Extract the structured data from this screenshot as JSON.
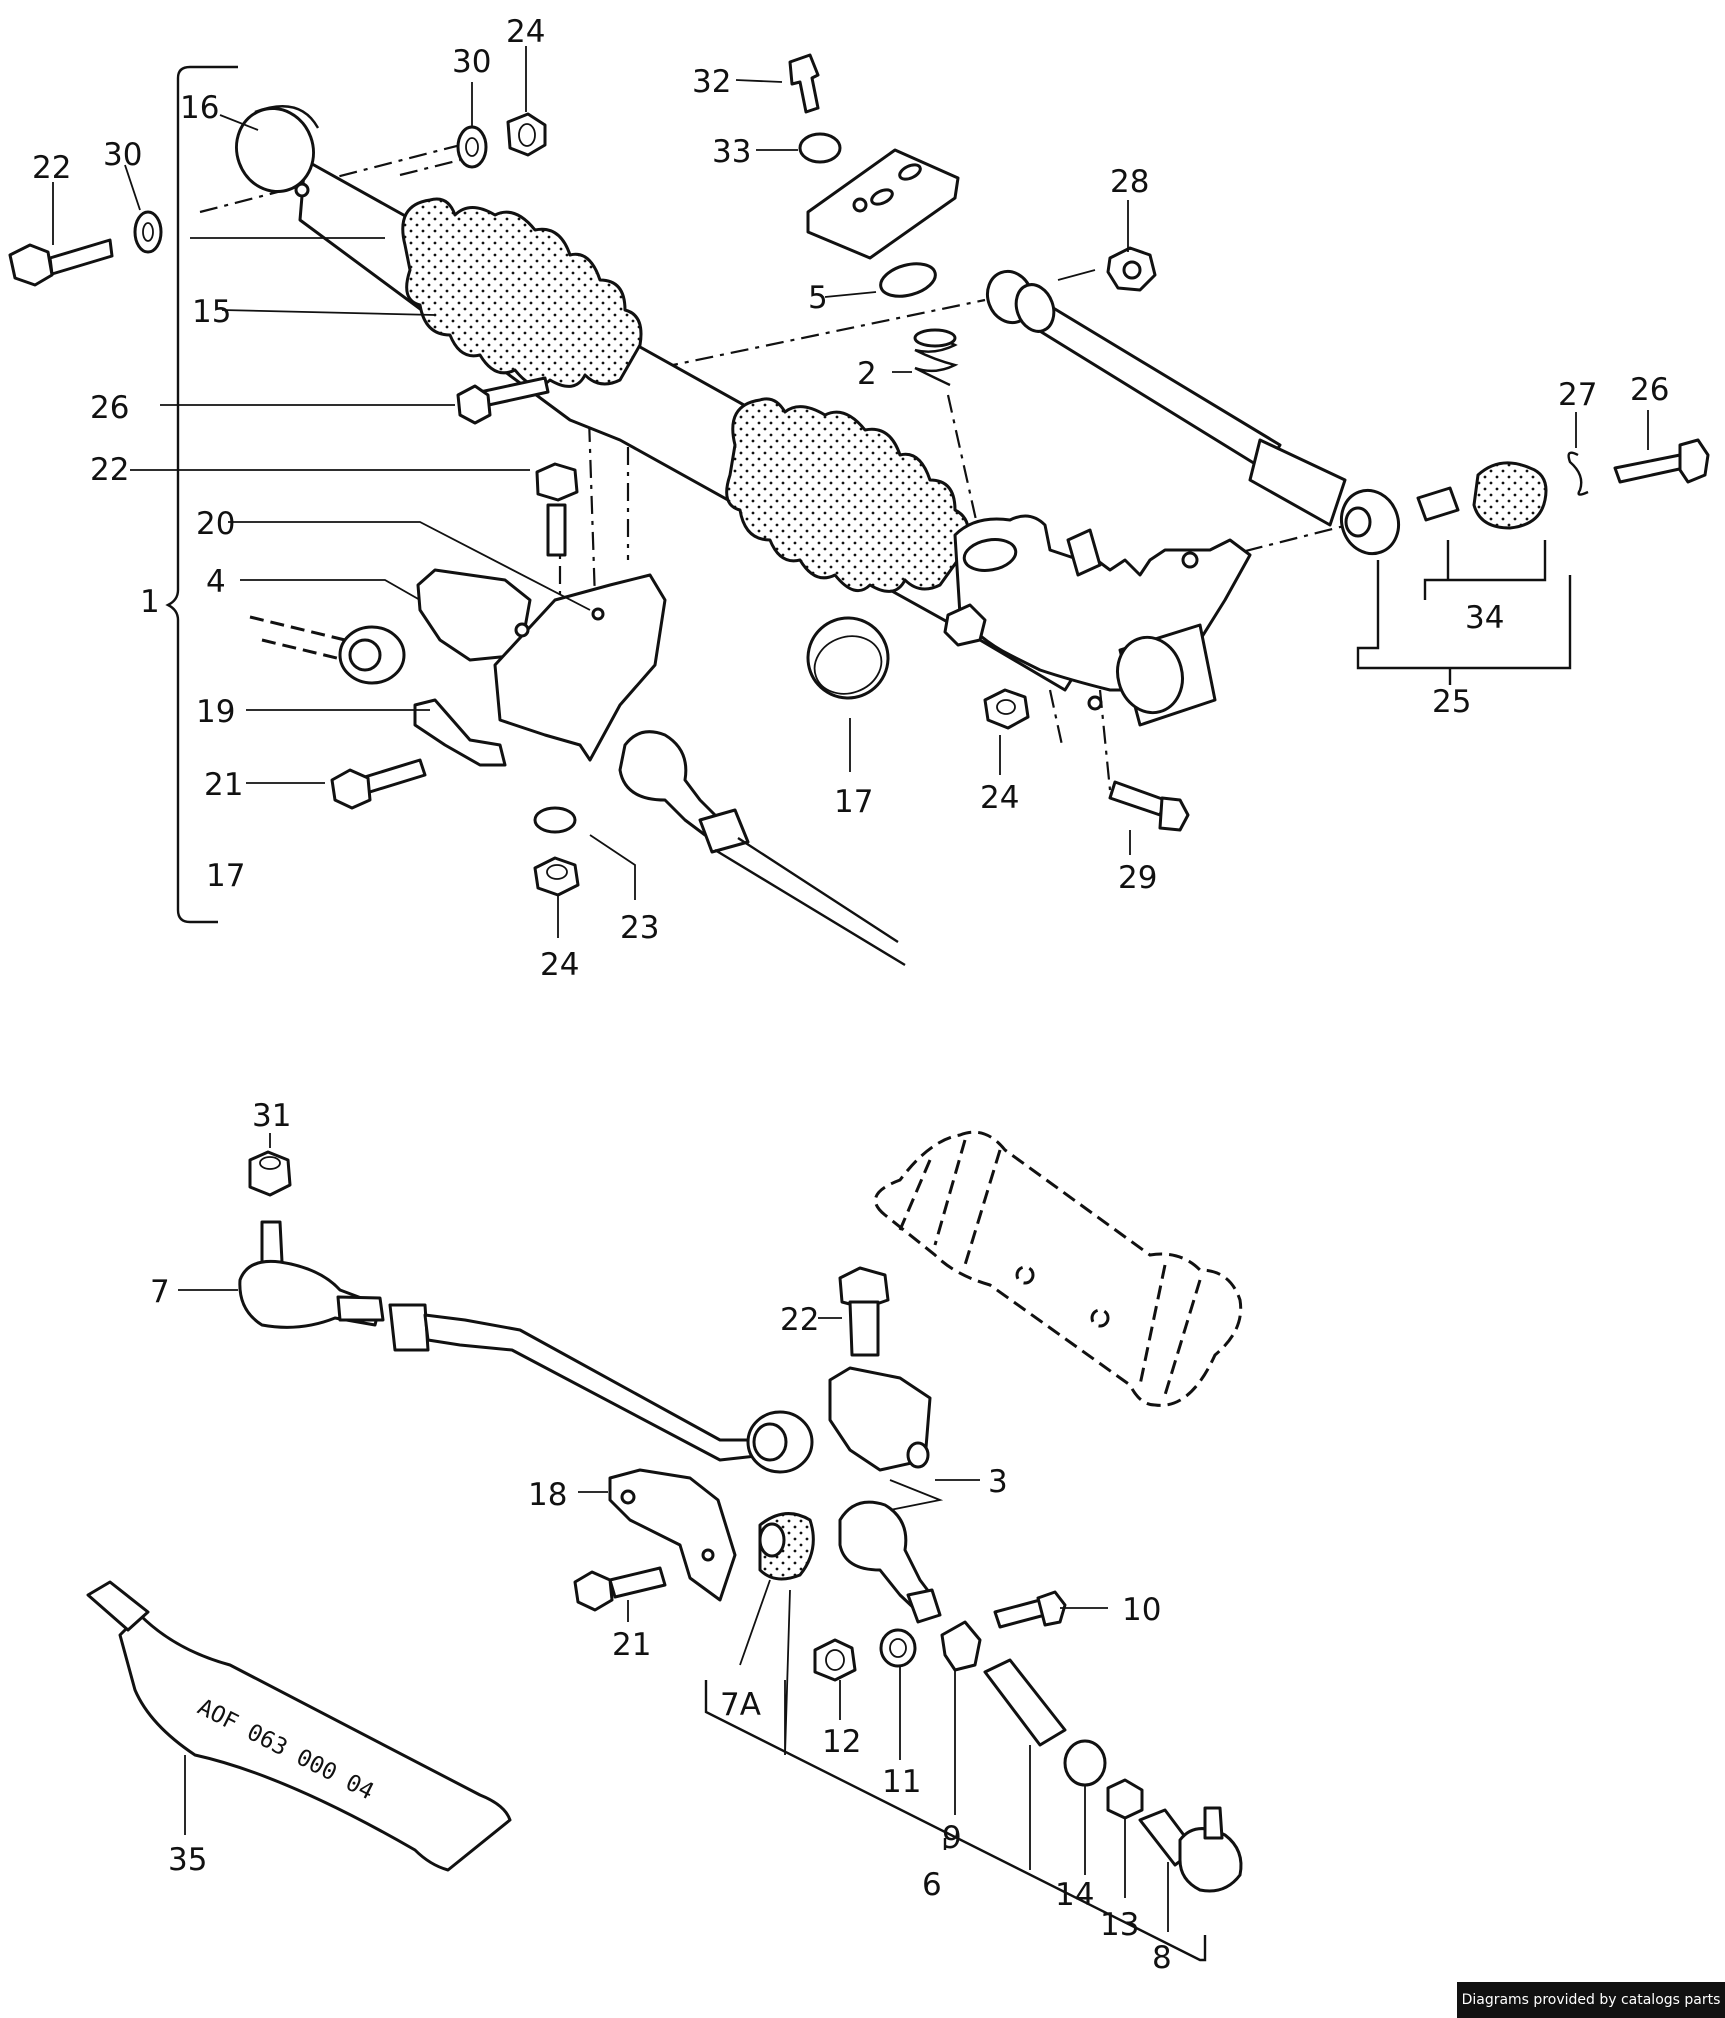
{
  "credit": "Diagrams provided by catalogs parts",
  "tube_marking": "AOF 063 000 04",
  "callouts": {
    "c16": "16",
    "c30a": "30",
    "c24a": "24",
    "c22a": "22",
    "c30b": "30",
    "c15": "15",
    "c26a": "26",
    "c22b": "22",
    "c20": "20",
    "c4": "4",
    "c1": "1",
    "c19": "19",
    "c21a": "21",
    "c17a": "17",
    "c23": "23",
    "c24b": "24",
    "c32": "32",
    "c33": "33",
    "c5": "5",
    "c2": "2",
    "c28": "28",
    "c27": "27",
    "c26b": "26",
    "c34": "34",
    "c25": "25",
    "c17b": "17",
    "c24c": "24",
    "c29": "29",
    "c31": "31",
    "c7": "7",
    "c22c": "22",
    "c3": "3",
    "c18": "18",
    "c10": "10",
    "c21b": "21",
    "c7a": "7A",
    "c12": "12",
    "c11": "11",
    "c9": "9",
    "c14": "14",
    "c13": "13",
    "c8": "8",
    "c6": "6",
    "c35": "35"
  }
}
